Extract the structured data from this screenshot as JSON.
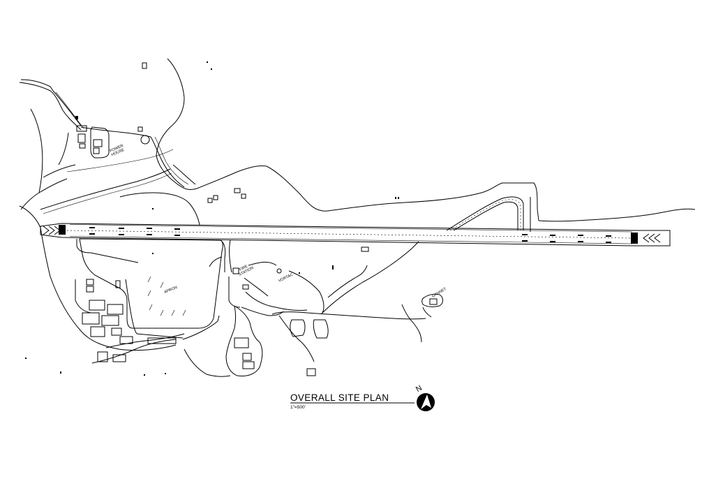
{
  "drawing": {
    "title": "OVERALL SITE PLAN",
    "scale": "1\"=500'"
  },
  "labels": {
    "power_house_line1": "POWER",
    "power_house_line2": "HOUSE",
    "apron": "APRON",
    "fire_station_line1": "FIRE",
    "fire_station_line2": "STATION",
    "vortac": "VORTAC",
    "gannet": "GANNET"
  },
  "north_arrow": {
    "letter": "N"
  },
  "icons": {
    "north_arrow": "north-arrow-icon",
    "runway_threshold_chevrons": "chevron-markings"
  }
}
